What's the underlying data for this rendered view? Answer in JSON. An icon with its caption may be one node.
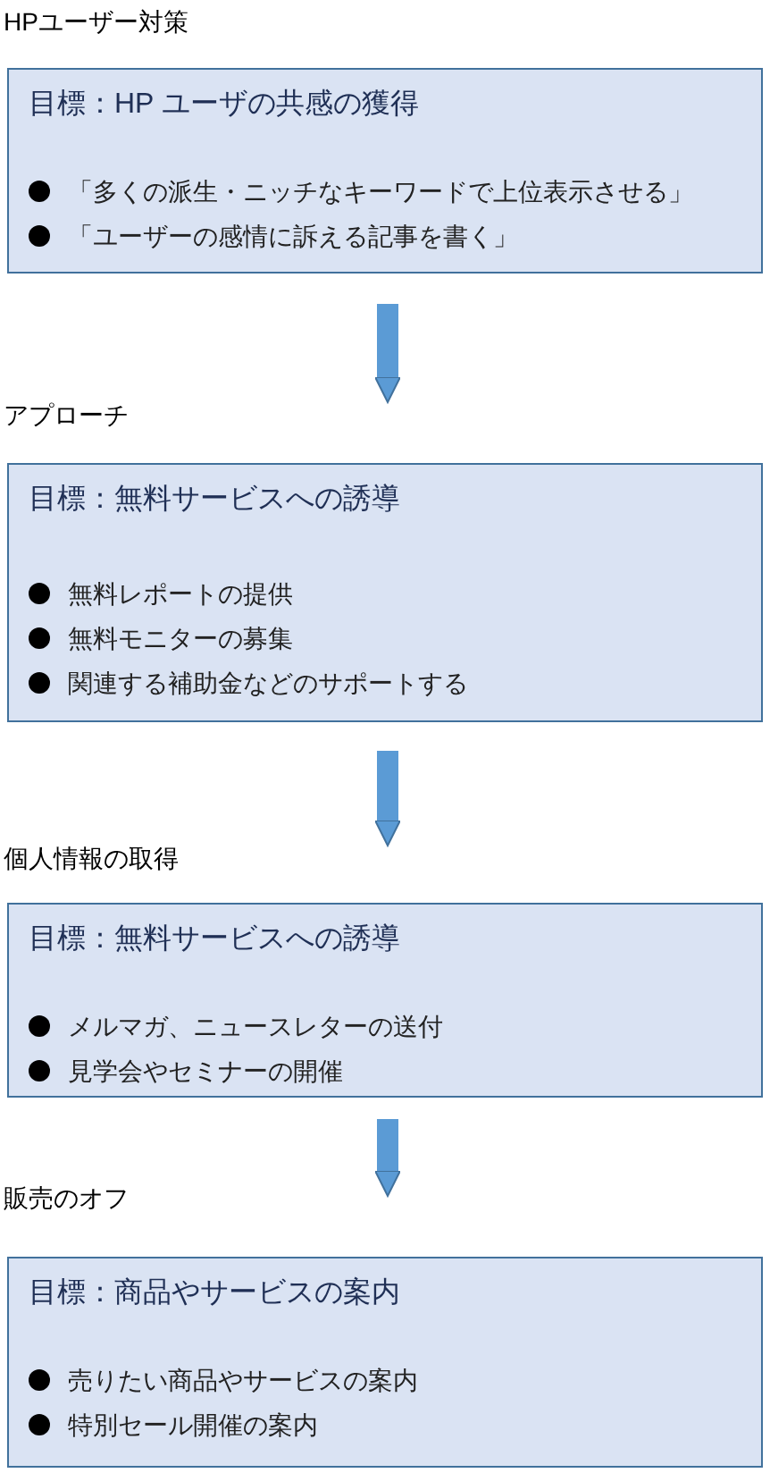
{
  "diagram": {
    "nodes": [
      {
        "text": [
          "HPユーザー対策",
          "目標：HP ユーザの共感の獲得",
          "「多くの派生・ニッチなキーワードで上位表示させる」",
          "「ユーザーの感情に訴える記事を書く」"
        ]
      },
      {
        "text": [
          "アプローチ",
          "目標：無料サービスへの誘導",
          "無料レポートの提供",
          "無料モニターの募集",
          "関連する補助金などのサポートする"
        ]
      },
      {
        "text": [
          "個人情報の取得",
          "目標：無料サービスへの誘導",
          "メルマガ、ニュースレターの送付",
          "見学会やセミナーの開催"
        ]
      },
      {
        "text": [
          "販売のオフ",
          "目標：商品やサービスの案内",
          "売りたい商品やサービスの案内",
          "特別セール開催の案内"
        ]
      }
    ],
    "edges": [
      {
        "from": 0,
        "to": 1,
        "arrow": "to"
      },
      {
        "from": 1,
        "to": 2,
        "arrow": "to"
      },
      {
        "from": 2,
        "to": 3,
        "arrow": "to"
      }
    ]
  }
}
